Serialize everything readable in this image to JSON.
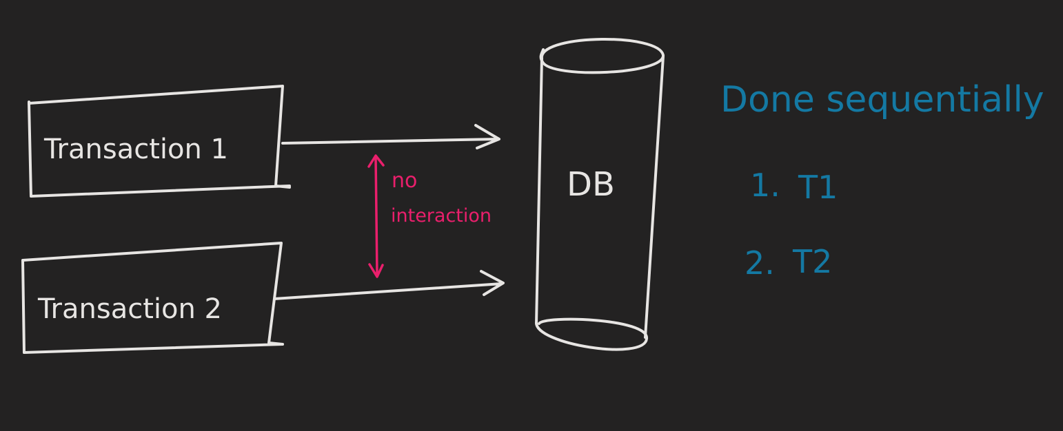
{
  "diagram": {
    "transaction_1_label": "Transaction 1",
    "transaction_2_label": "Transaction 2",
    "database_label": "DB",
    "interaction_note_line1": "no",
    "interaction_note_line2": "interaction",
    "order_title": "Done sequentially",
    "order_step_1_number": "1.",
    "order_step_1_label": "T1",
    "order_step_2_number": "2.",
    "order_step_2_label": "T2"
  },
  "colors": {
    "background": "#232222",
    "ink": "#e7e5e3",
    "note": "#ea1f6c",
    "order": "#1479a3"
  }
}
